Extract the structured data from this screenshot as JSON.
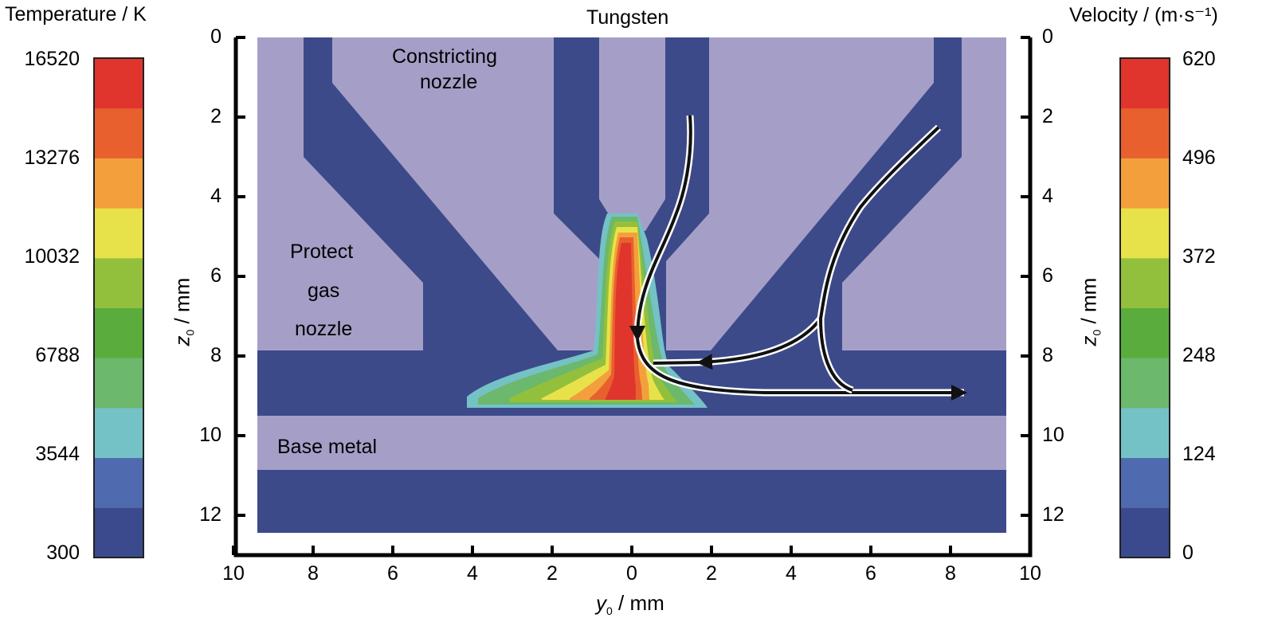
{
  "chart_data": {
    "type": "heatmap",
    "title": "Tungsten",
    "left_colorbar": {
      "title": "Temperature / K",
      "ticks": [
        "16520",
        "13276",
        "10032",
        "6788",
        "3544",
        "300"
      ],
      "min": 300,
      "max": 16520
    },
    "right_colorbar": {
      "title": "Velocity / (m·s⁻¹)",
      "ticks": [
        "620",
        "496",
        "372",
        "248",
        "124",
        "0"
      ],
      "min": 0,
      "max": 620
    },
    "colormap": [
      "#3a4a8c",
      "#4f6aae",
      "#74c2c6",
      "#6cb86c",
      "#5aad3c",
      "#93c03c",
      "#e8e24a",
      "#f3a03c",
      "#e8602e",
      "#e0352c"
    ],
    "x_axis": {
      "label_var": "y",
      "label_sub": "0",
      "label_unit": " / mm",
      "ticks": [
        "10",
        "8",
        "6",
        "4",
        "2",
        "0",
        "2",
        "4",
        "6",
        "8",
        "10"
      ],
      "range": [
        -10,
        10
      ]
    },
    "y_axis": {
      "label_var": "z",
      "label_sub": "0",
      "label_unit": " / mm",
      "ticks": [
        "0",
        "2",
        "4",
        "6",
        "8",
        "10",
        "12"
      ],
      "range": [
        0,
        13
      ],
      "inverted": true
    },
    "region_labels": {
      "constricting_line1": "Constricting",
      "constricting_line2": "nozzle",
      "protect_line1": "Protect",
      "protect_line2": "gas",
      "protect_line3": "nozzle",
      "base_metal": "Base metal"
    },
    "colors": {
      "solid": "#a59fc7",
      "fluid": "#3d4a8a",
      "arrow": "#111111"
    }
  }
}
